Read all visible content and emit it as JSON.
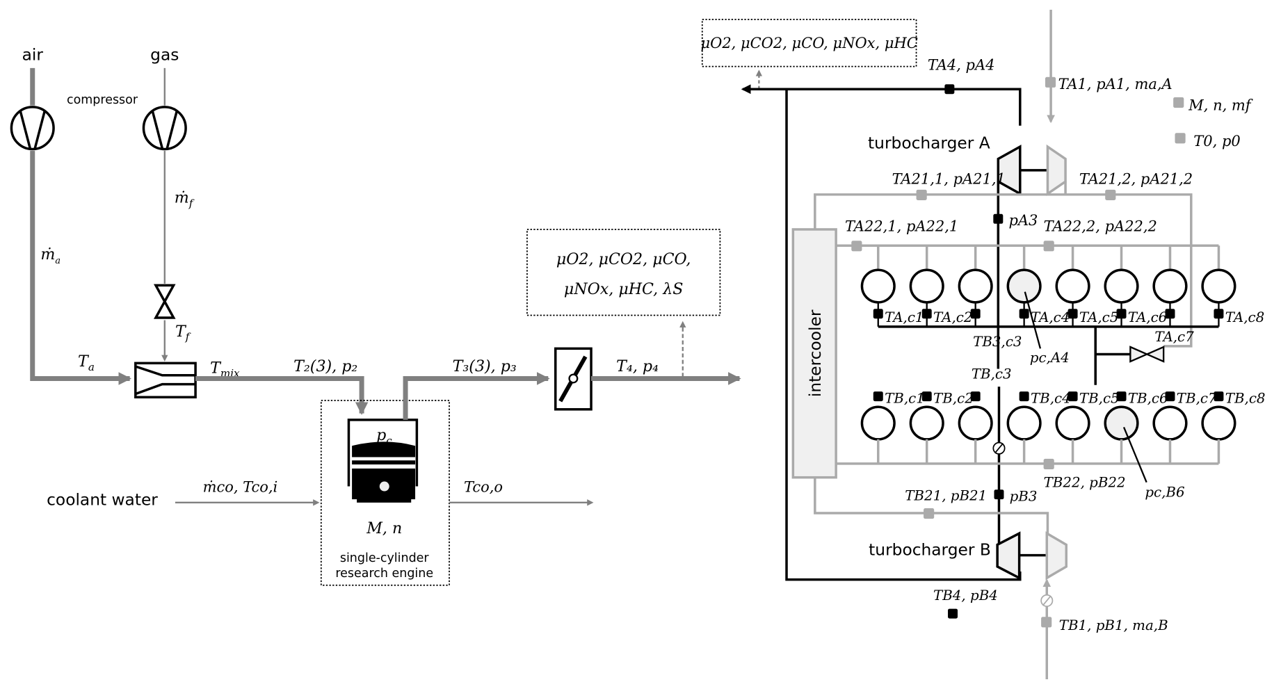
{
  "diagram": {
    "left": {
      "air_label": "air",
      "gas_label": "gas",
      "compressor_label": "compressor",
      "ma_label": "ṁ",
      "ma_sub": "a",
      "mf_label": "ṁ",
      "mf_sub": "f",
      "tf_label": "T",
      "tf_sub": "f",
      "ta_label": "T",
      "ta_sub": "a",
      "tmix_label": "T",
      "tmix_sub": "mix",
      "t2p2_label": "T₂(3), p₂",
      "t3p3_label": "T₃(3), p₃",
      "t4p4_label": "T₄, p₄",
      "pc_label": "p",
      "pc_sub": "c",
      "mn_label": "M, n",
      "engine_label_1": "single-cylinder",
      "engine_label_2": "research engine",
      "coolant_label": "coolant water",
      "coolant_in_label": "ṁco, Tco,i",
      "coolant_out_label": "Tco,o",
      "emissions_line1": "μO2, μCO2, μCO,",
      "emissions_line2": "μNOx, μHC, λS"
    },
    "right": {
      "emissions_label": "μO2, μCO2, μCO, μNOx, μHC",
      "ta4_label": "TA4, pA4",
      "ta1_label": "TA1, pA1, ma,A",
      "legend_grey_1": "M, n, mf",
      "legend_grey_2": "T0, p0",
      "turbo_a_label": "turbocharger A",
      "turbo_b_label": "turbocharger B",
      "intercooler_label": "intercooler",
      "ta21_1_label": "TA21,1, pA21,1",
      "ta21_2_label": "TA21,2, pA21,2",
      "ta22_1_label": "TA22,1, pA22,1",
      "ta22_2_label": "TA22,2, pA22,2",
      "pa3_label": "pA3",
      "tb3c3_label": "TB3,c3",
      "pca4_label": "pc,A4",
      "tac7_label": "TA,c7",
      "tbc3_label": "TB,c3",
      "tb22_label": "TB22, pB22",
      "pcb6_label": "pc,B6",
      "tb21_label": "TB21, pB21",
      "pb3_label": "pB3",
      "tb4_label": "TB4, pB4",
      "tb1_label": "TB1, pB1, ma,B",
      "bank_a_sensors": [
        "TA,c1",
        "TA,c2",
        "",
        "TA,c4",
        "TA,c5",
        "TA,c6",
        "",
        "TA,c8"
      ],
      "bank_b_sensors": [
        "TB,c1",
        "TB,c2",
        "",
        "TB,c4",
        "TB,c5",
        "TB,c6",
        "TB,c7",
        "TB,c8"
      ]
    },
    "colors": {
      "pipe_dark_grey": "#808080",
      "pipe_light_grey": "#aaaaaa",
      "fill_light": "#f0f0f0",
      "black": "#000000"
    }
  }
}
